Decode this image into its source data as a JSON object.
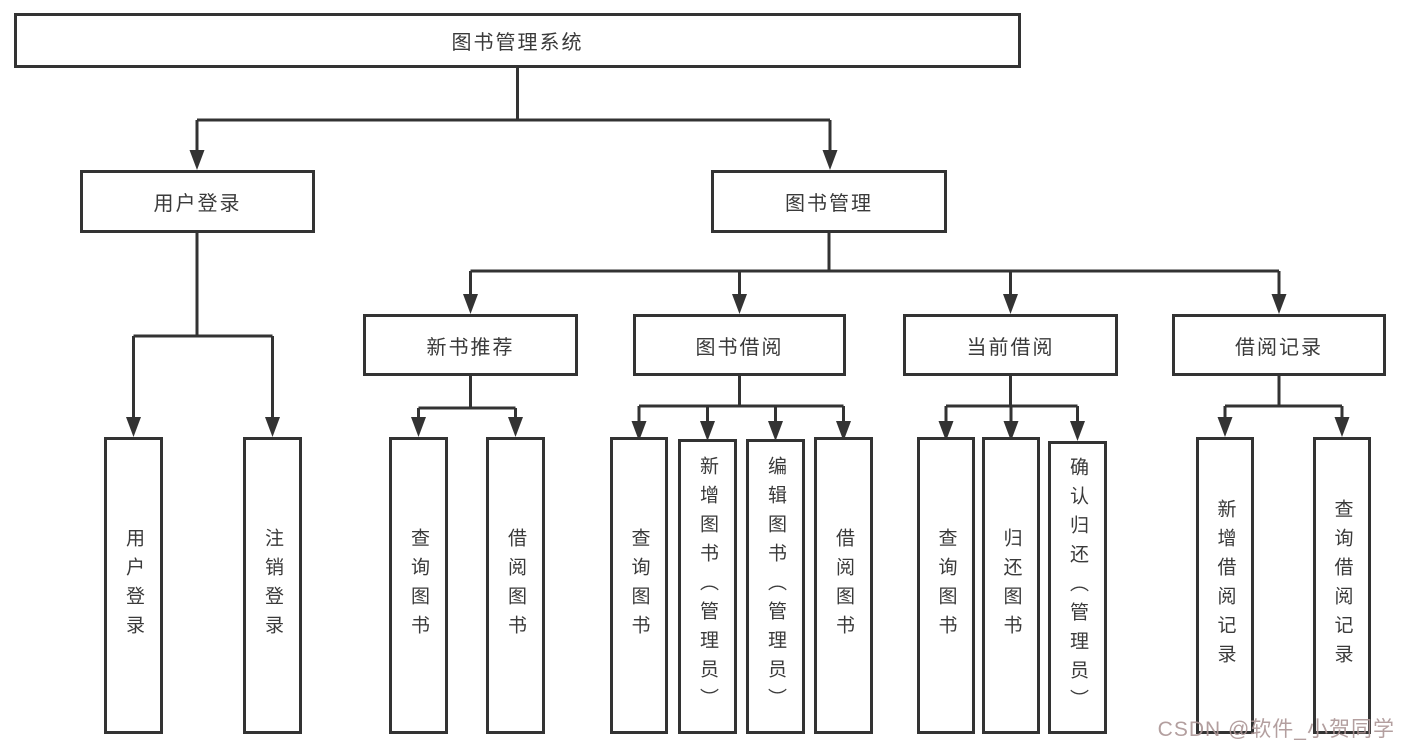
{
  "diagram": {
    "watermark": "CSDN @软件_小贺同学",
    "colors": {
      "line": "#333333",
      "box_border": "#333333",
      "text": "#3a3a3a",
      "watermark": "#ab9595",
      "background": "#ffffff"
    },
    "nodes": {
      "root": "图书管理系统",
      "userLogin": "用户登录",
      "bookMgmt": "图书管理",
      "newRec": "新书推荐",
      "bookBorrow": "图书借阅",
      "curBorrow": "当前借阅",
      "records": "借阅记录",
      "leafUserLogin": "用户登录",
      "leafLogout": "注销登录",
      "leafQueryBook1": "查询图书",
      "leafBorrowBook1": "借阅图书",
      "leafQueryBook2": "查询图书",
      "leafAddBook": "新增图书（管理员）",
      "leafEditBook": "编辑图书（管理员）",
      "leafBorrowBook2": "借阅图书",
      "leafQueryBook3": "查询图书",
      "leafReturnBook": "归还图书",
      "leafConfirmReturn": "确认归还（管理员）",
      "leafAddRecord": "新增借阅记录",
      "leafQueryRecord": "查询借阅记录"
    }
  }
}
